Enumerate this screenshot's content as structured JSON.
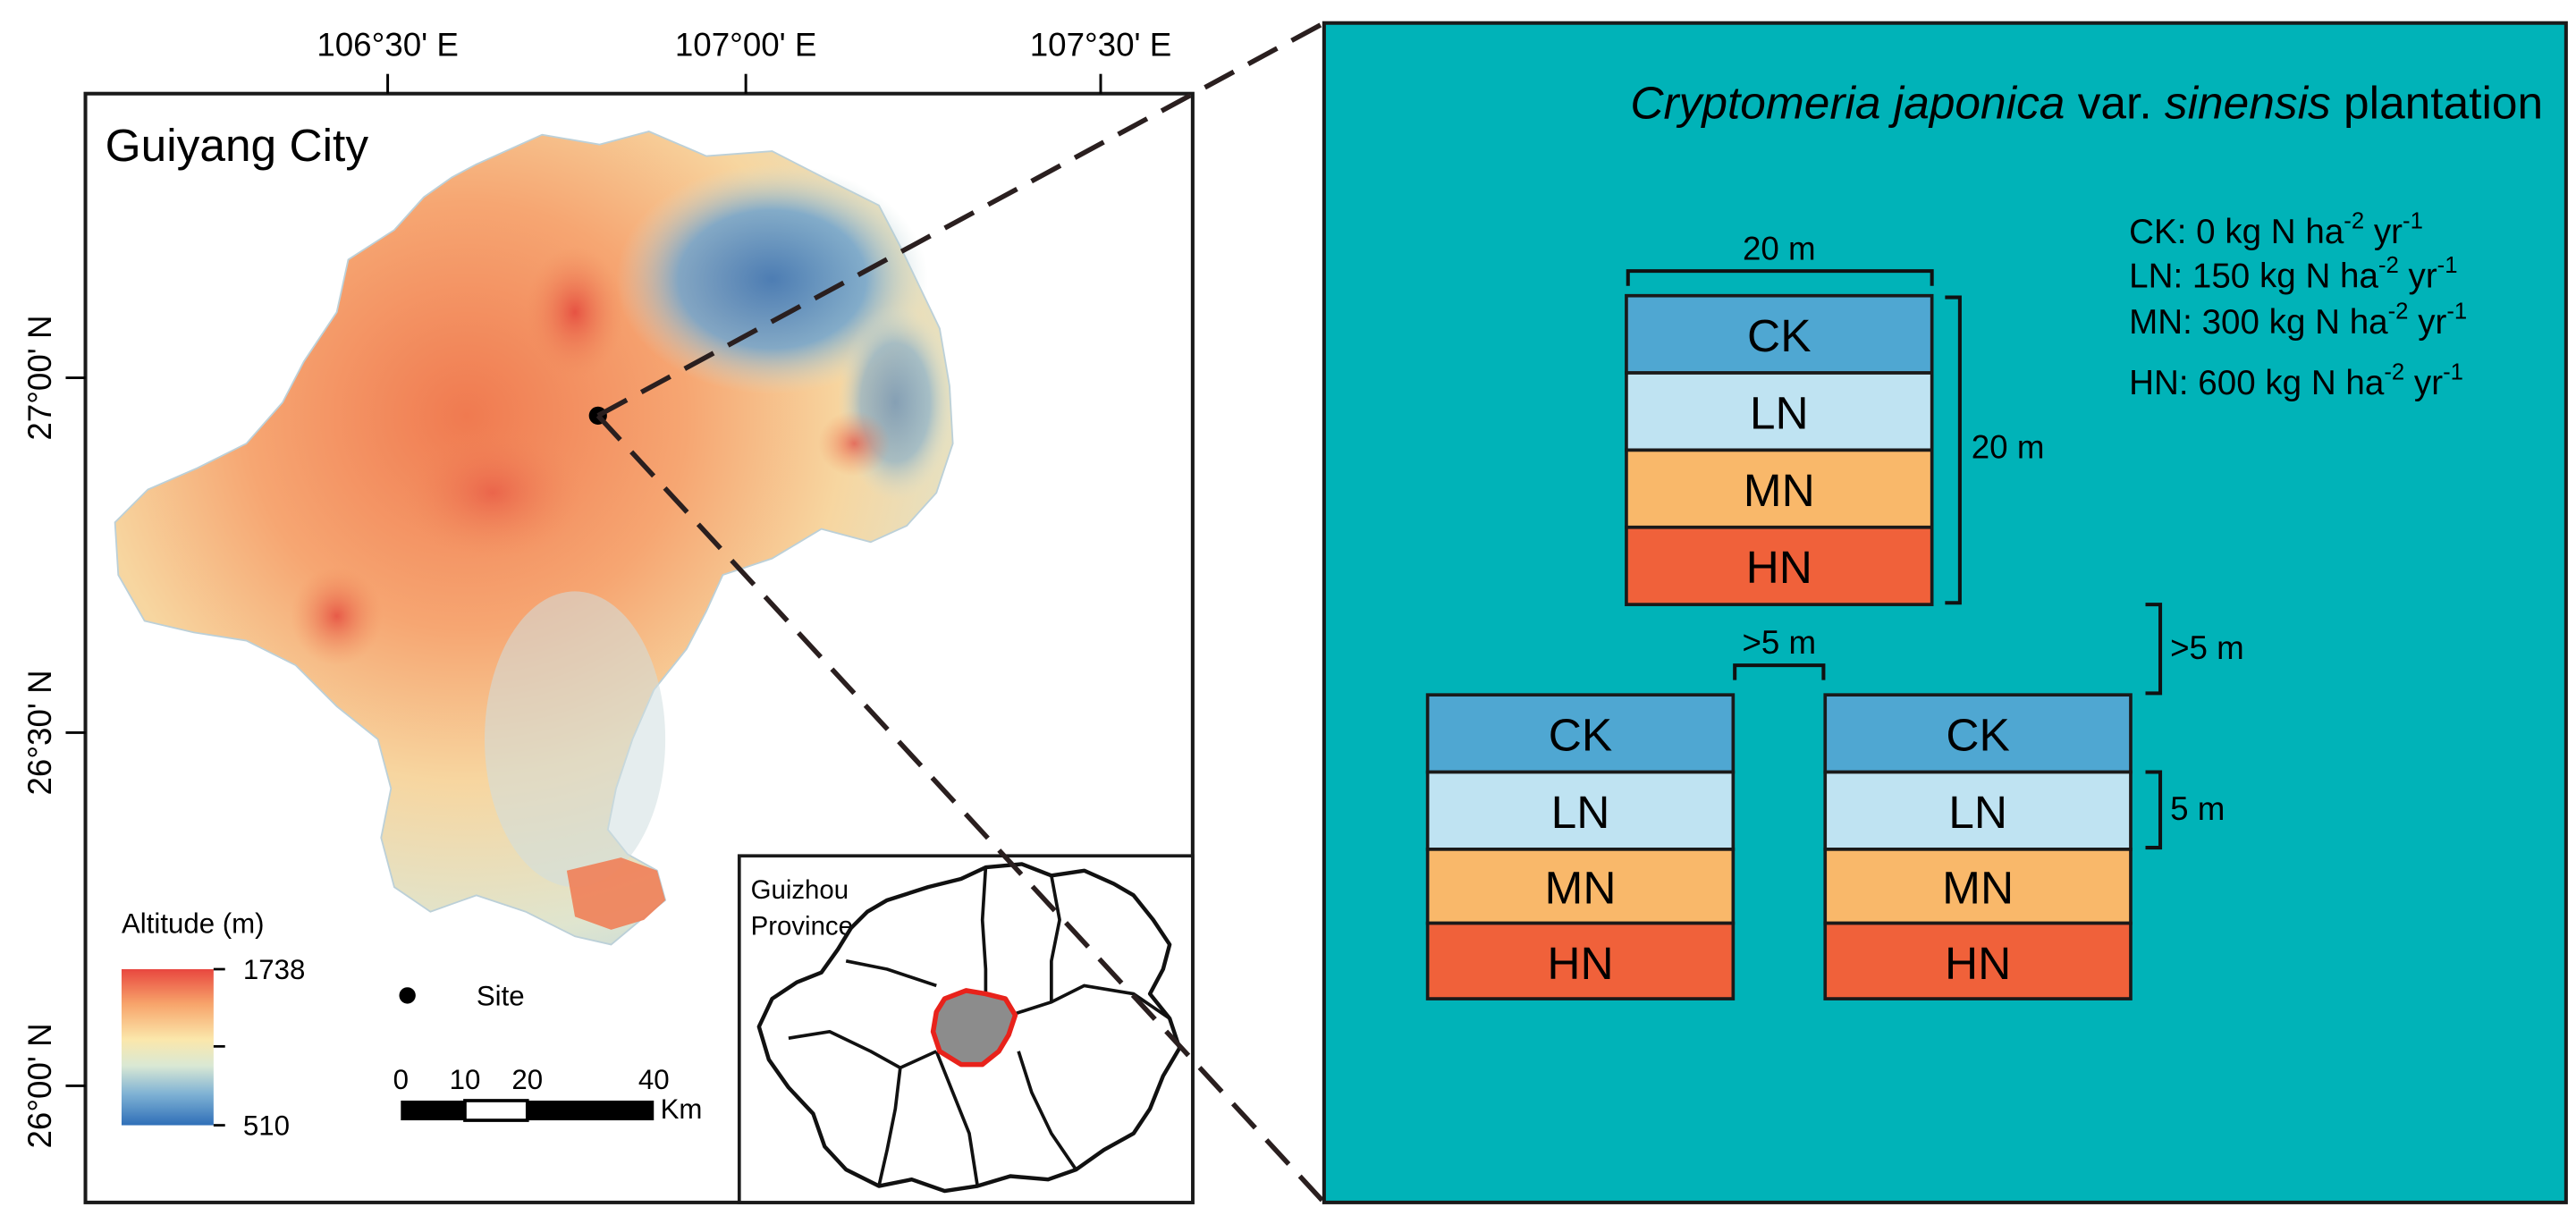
{
  "map": {
    "title": "Guiyang City",
    "lon_ticks": [
      "106°30' E",
      "107°00' E",
      "107°30' E"
    ],
    "lat_ticks": [
      "27°00' N",
      "26°30' N",
      "26°00' N"
    ],
    "legend": {
      "title": "Altitude (m)",
      "max_label": "1738",
      "min_label": "510",
      "max_value": 1738,
      "min_value": 510,
      "ramp_colors": [
        "#e8473f",
        "#f7a36a",
        "#fbe7ab",
        "#d9e8d4",
        "#7fb2d4",
        "#2f6fb8"
      ]
    },
    "site_label": "Site",
    "scalebar": {
      "ticks": [
        "0",
        "10",
        "20",
        "40"
      ],
      "unit": "Km"
    },
    "inset": {
      "label_line1": "Guizhou",
      "label_line2": "Province",
      "highlight_fill": "#8c8c8c",
      "highlight_stroke": "#e8221b"
    }
  },
  "plan": {
    "background": "#00b3b8",
    "title_italic1": "Cryptomeria japonica",
    "title_plain1": " var. ",
    "title_italic2": "sinensis",
    "title_plain2": " plantation",
    "treatment_notes": [
      {
        "prefix": "CK: 0 kg N ha",
        "exp1": "-2",
        "mid": " yr",
        "exp2": "-1"
      },
      {
        "prefix": "LN: 150 kg N ha",
        "exp1": "-2",
        "mid": " yr",
        "exp2": "-1"
      },
      {
        "prefix": "MN: 300 kg N ha",
        "exp1": "-2",
        "mid": " yr",
        "exp2": "-1"
      },
      {
        "prefix": "HN: 600 kg N ha",
        "exp1": "-2",
        "mid": " yr",
        "exp2": "-1"
      }
    ],
    "plots": [
      {
        "rows": [
          "CK",
          "LN",
          "MN",
          "HN"
        ]
      },
      {
        "rows": [
          "CK",
          "LN",
          "MN",
          "HN"
        ]
      },
      {
        "rows": [
          "CK",
          "LN",
          "MN",
          "HN"
        ]
      }
    ],
    "row_colors": {
      "CK": "#4fa7d2",
      "LN": "#bfe3f2",
      "MN": "#f9b86a",
      "HN": "#f0613a"
    },
    "dimensions": {
      "width_label": "20 m",
      "height_label": "20 m",
      "gap_h_label": ">5 m",
      "gap_v_label": ">5 m",
      "subplot_label": "5 m"
    }
  }
}
